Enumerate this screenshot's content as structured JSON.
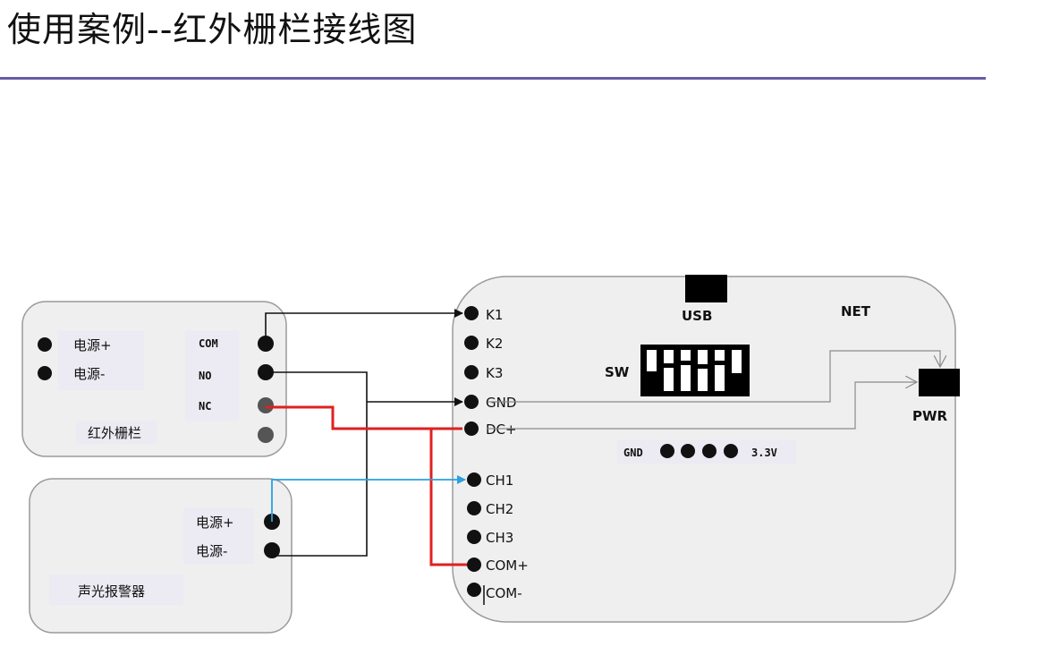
{
  "title": "使用案例--红外栅栏接线图",
  "ir_fence": {
    "name": "红外栅栏",
    "power_plus": "电源+",
    "power_minus": "电源-",
    "com": "COM",
    "no": "NO",
    "nc": "NC"
  },
  "alarm": {
    "name": "声光报警器",
    "power_plus": "电源+",
    "power_minus": "电源-"
  },
  "controller": {
    "usb": "USB",
    "net": "NET",
    "pwr": "PWR",
    "sw": "SW",
    "gnd_row_left": "GND",
    "gnd_row_right": "3.3V",
    "terminals": [
      "K1",
      "K2",
      "K3",
      "GND",
      "DC+",
      "CH1",
      "CH2",
      "CH3",
      "COM+",
      "COM-"
    ]
  },
  "colors": {
    "title_rule": "#6a5aa8",
    "wire_black": "#111111",
    "wire_red": "#e02020",
    "wire_blue": "#2aa0e0",
    "wire_gray": "#8a8a8a",
    "panel_bg": "#efefef",
    "panel_border": "#9a9a9a"
  }
}
